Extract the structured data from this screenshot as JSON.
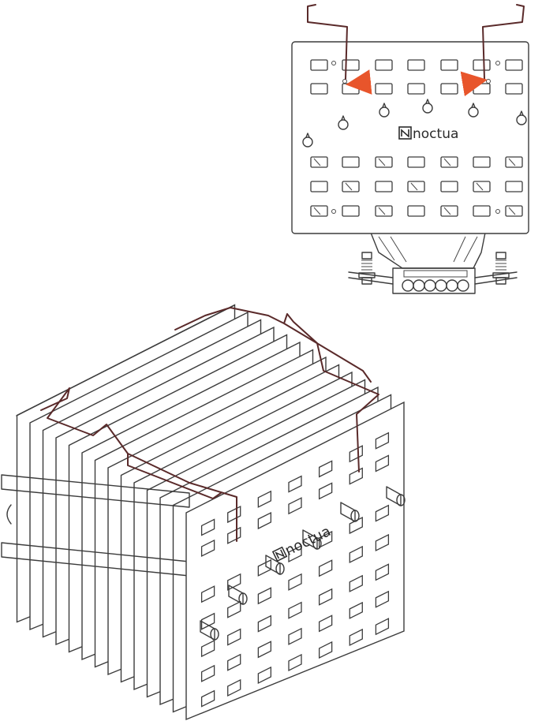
{
  "figure": {
    "brand_text": "noctua",
    "colors": {
      "line": "#3c3c3c",
      "wire": "#5a2a2a",
      "arrow": "#e8552b",
      "background": "#ffffff"
    },
    "top_view": {
      "arrows": [
        "arrow-right-to-left",
        "arrow-left-to-right"
      ]
    },
    "iso_view": {}
  }
}
